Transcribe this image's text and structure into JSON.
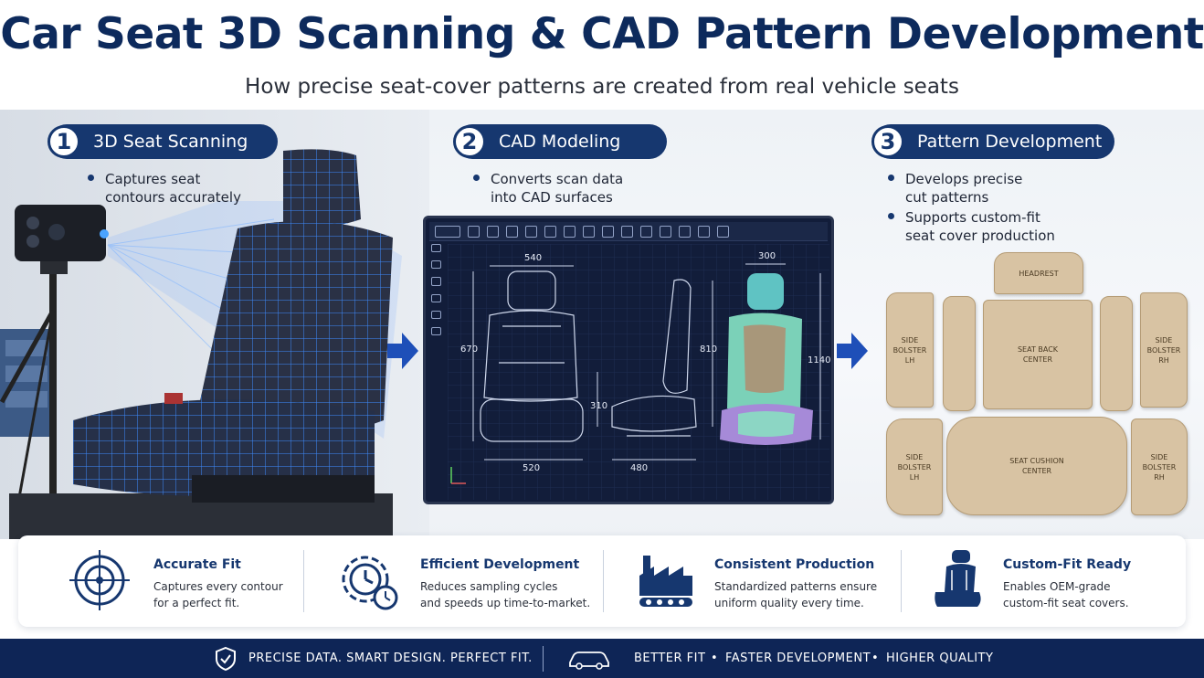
{
  "title": "Car Seat 3D Scanning & CAD Pattern Development",
  "subtitle": "How precise seat-cover patterns are created from real vehicle seats",
  "steps": [
    {
      "num": "1",
      "label": "3D Seat Scanning",
      "bullets": [
        [
          "Captures seat",
          "contours accurately"
        ]
      ]
    },
    {
      "num": "2",
      "label": "CAD Modeling",
      "bullets": [
        [
          "Converts scan data",
          "into CAD surfaces"
        ]
      ]
    },
    {
      "num": "3",
      "label": "Pattern Development",
      "bullets": [
        [
          "Develops precise",
          "cut patterns"
        ],
        [
          "Supports custom-fit",
          "seat cover production"
        ]
      ]
    }
  ],
  "cad": {
    "dims": {
      "width_top": "540",
      "height_left": "670",
      "width_bottom": "520",
      "seat_height": "310",
      "side_depth": "480",
      "side_height": "810",
      "color_width": "300",
      "color_height": "1140"
    }
  },
  "patterns": {
    "headrest": "HEADREST",
    "side_bolster_lh_top": [
      "SIDE",
      "BOLSTER",
      "LH"
    ],
    "seat_back_center": [
      "SEAT BACK",
      "CENTER"
    ],
    "side_bolster_rh_top": [
      "SIDE",
      "BOLSTER",
      "RH"
    ],
    "side_bolster_lh_bottom": [
      "SIDE",
      "BOLSTER",
      "LH"
    ],
    "seat_cushion_center": [
      "SEAT CUSHION",
      "CENTER"
    ],
    "side_bolster_rh_bottom": [
      "SIDE",
      "BOLSTER",
      "RH"
    ]
  },
  "benefits": [
    {
      "title": "Accurate Fit",
      "desc": [
        "Captures every contour",
        "for a perfect fit."
      ],
      "icon": "target-icon"
    },
    {
      "title": "Efficient Development",
      "desc": [
        "Reduces sampling cycles",
        "and speeds up time-to-market."
      ],
      "icon": "gear-clock-icon"
    },
    {
      "title": "Consistent Production",
      "desc": [
        "Standardized patterns ensure",
        "uniform quality every time."
      ],
      "icon": "factory-icon"
    },
    {
      "title": "Custom-Fit Ready",
      "desc": [
        "Enables OEM-grade",
        "custom-fit seat covers."
      ],
      "icon": "car-seat-icon"
    }
  ],
  "footer": {
    "tagline": "PRECISE DATA. SMART DESIGN. PERFECT FIT.",
    "points": [
      "BETTER FIT",
      "FASTER DEVELOPMENT",
      "HIGHER QUALITY"
    ]
  },
  "colors": {
    "navy": "#16376f",
    "title": "#0d2a5c",
    "footer": "#0e2556",
    "pattern": "#d8c3a3",
    "cad_bg": "#121d3a",
    "scan_blue": "#2f7bff"
  }
}
